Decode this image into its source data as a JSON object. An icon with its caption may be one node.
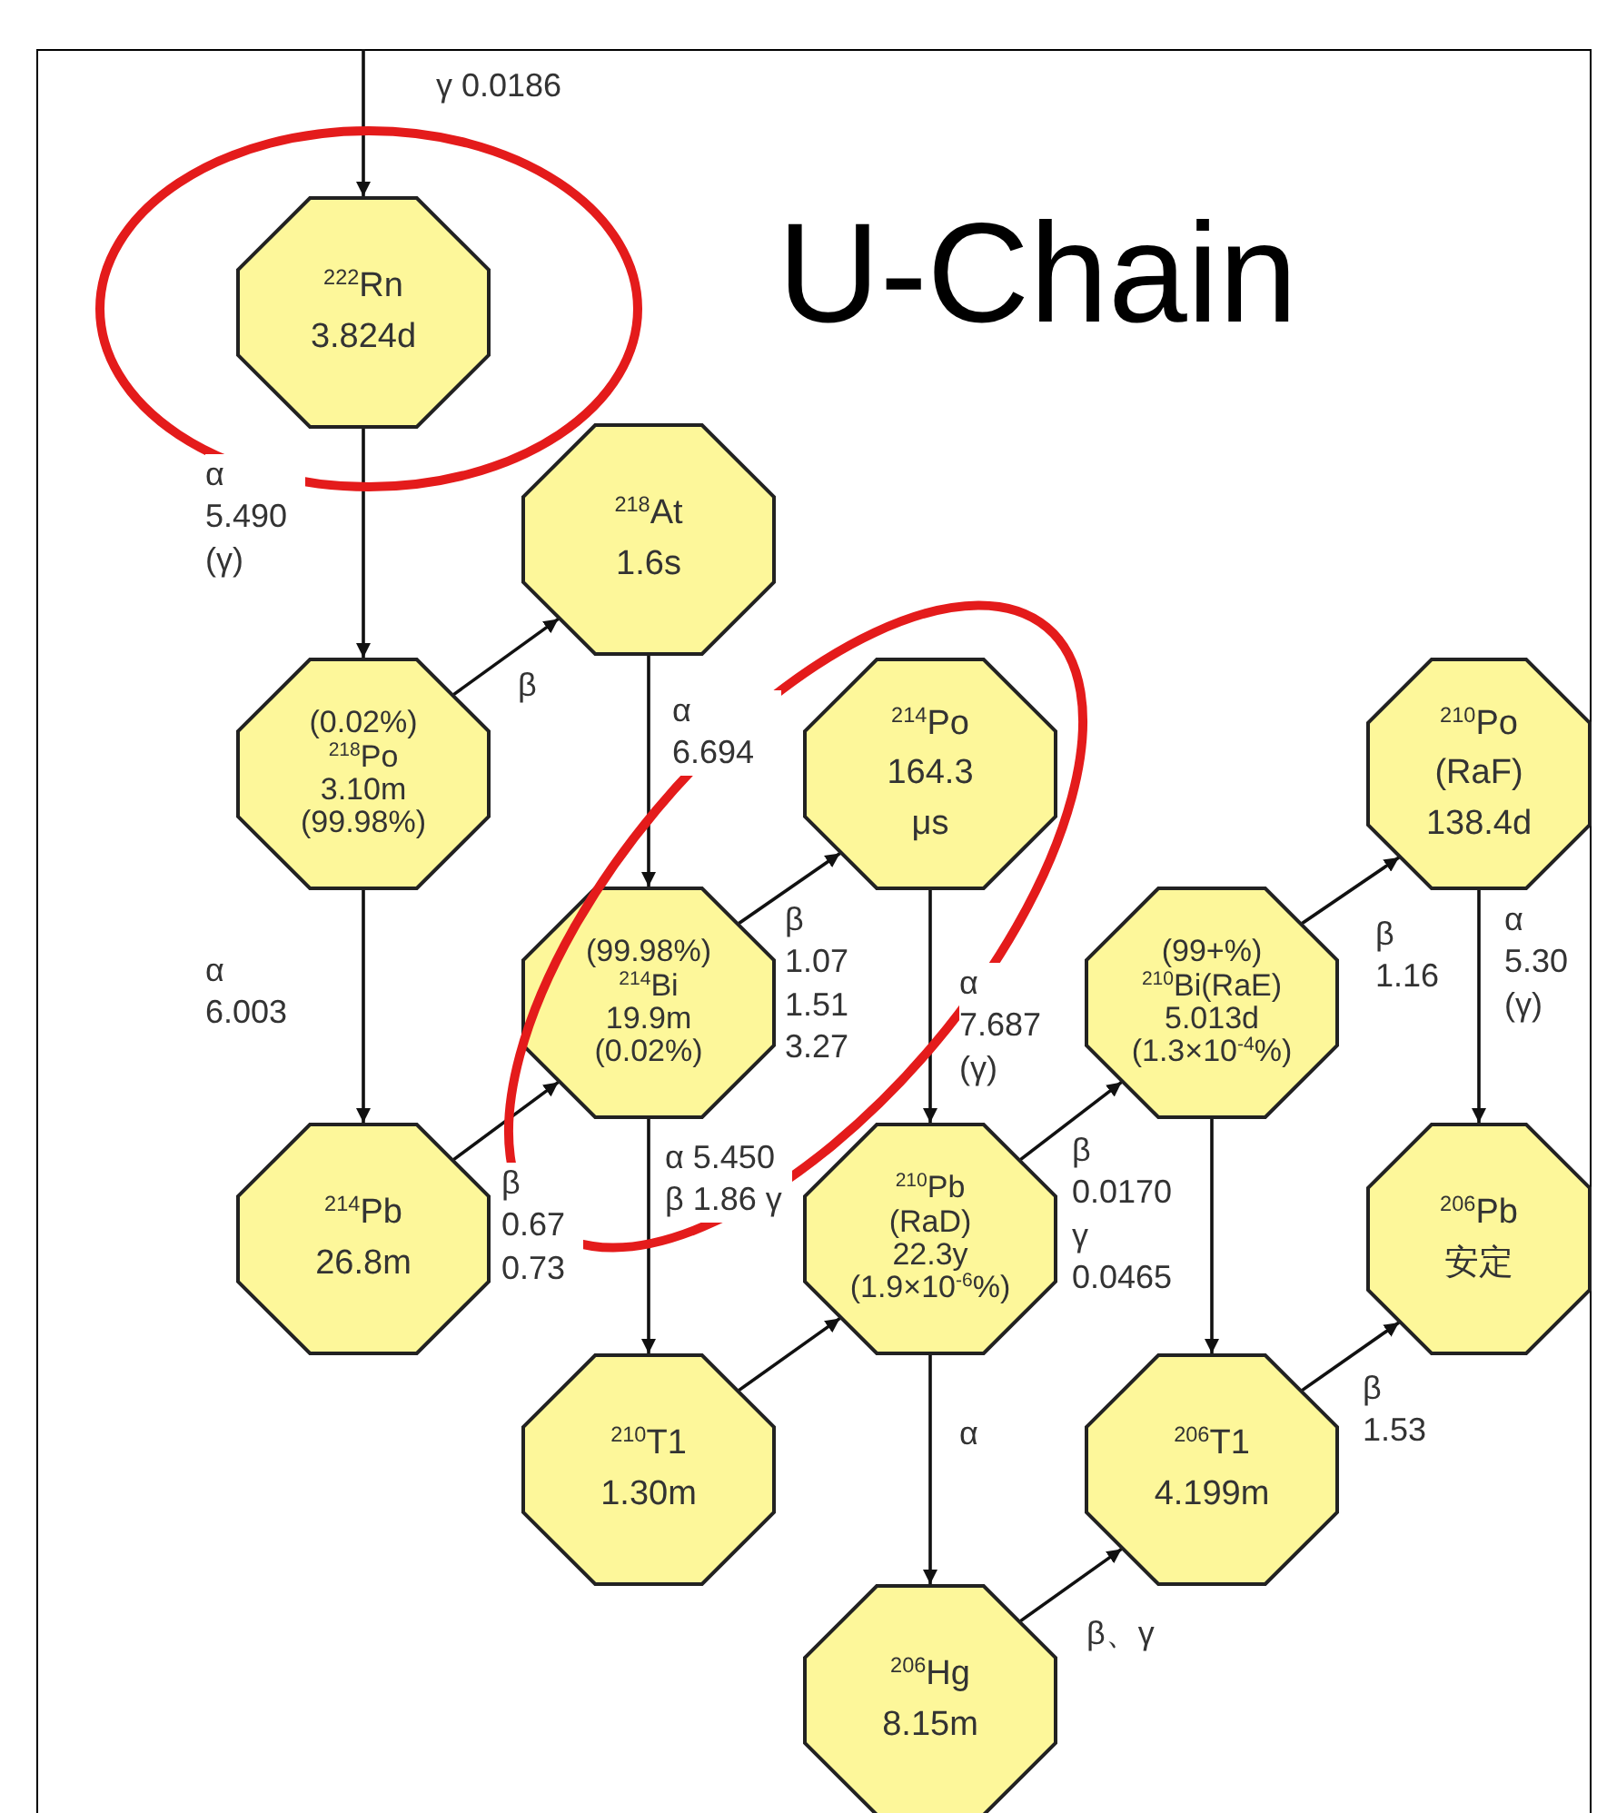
{
  "diagram": {
    "title": "U-Chain",
    "nodes": [
      {
        "text": [
          "$^{222}$Rn",
          "3.824d"
        ]
      },
      {
        "text": [
          "$^{218}$At",
          "1.6s"
        ]
      },
      {
        "text": [
          "(0.02%)",
          "$^{218}$Po",
          "3.10m",
          "(99.98%)"
        ]
      },
      {
        "text": [
          "$^{214}$Po",
          "164.3",
          "μs"
        ]
      },
      {
        "text": [
          "$^{210}$Po",
          "(RaF)",
          "138.4d"
        ]
      },
      {
        "text": [
          "(99.98%)",
          "$^{214}$Bi",
          "19.9m",
          "(0.02%)"
        ]
      },
      {
        "text": [
          "(99+%)",
          "$^{210}$Bi(RaE)",
          "5.013d",
          "(1.3×10$^{-4}$%)"
        ]
      },
      {
        "text": [
          "$^{214}$Pb",
          "26.8m"
        ]
      },
      {
        "text": [
          "$^{210}$Pb",
          "(RaD)",
          "22.3y",
          "(1.9×10$^{-6}$%)"
        ]
      },
      {
        "text": [
          "$^{206}$Pb",
          "安定"
        ]
      },
      {
        "text": [
          "$^{210}$T1",
          "1.30m"
        ]
      },
      {
        "text": [
          "$^{206}$T1",
          "4.199m"
        ]
      },
      {
        "text": [
          "$^{206}$Hg",
          "8.15m"
        ]
      }
    ],
    "edges": [
      {
        "from": null,
        "to": 0,
        "arrow": "to",
        "label": "γ 0.0186"
      },
      {
        "from": 0,
        "to": 2,
        "arrow": "to",
        "label": "α 5.490 (γ)"
      },
      {
        "from": 2,
        "to": 1,
        "arrow": "to",
        "label": "β"
      },
      {
        "from": 2,
        "to": 7,
        "arrow": "to",
        "label": "α 6.003"
      },
      {
        "from": 1,
        "to": 5,
        "arrow": "to",
        "label": "α 6.694"
      },
      {
        "from": 7,
        "to": 5,
        "arrow": "to",
        "label": "β 0.67 0.73"
      },
      {
        "from": 5,
        "to": 3,
        "arrow": "to",
        "label": "β 1.07 1.51 3.27"
      },
      {
        "from": 5,
        "to": 10,
        "arrow": "to",
        "label": "α 5.450 β 1.86 γ"
      },
      {
        "from": 3,
        "to": 8,
        "arrow": "to",
        "label": "α 7.687 (γ)"
      },
      {
        "from": 10,
        "to": 8,
        "arrow": "to"
      },
      {
        "from": 8,
        "to": 6,
        "arrow": "to",
        "label": "β 0.0170 γ 0.0465"
      },
      {
        "from": 6,
        "to": 4,
        "arrow": "to",
        "label": "β 1.16"
      },
      {
        "from": 4,
        "to": 9,
        "arrow": "to",
        "label": "α 5.30 (γ)"
      },
      {
        "from": 6,
        "to": 11,
        "arrow": "to"
      },
      {
        "from": 8,
        "to": 12,
        "arrow": "to",
        "label": "α"
      },
      {
        "from": 12,
        "to": 11,
        "arrow": "to",
        "label": "β、γ"
      },
      {
        "from": 11,
        "to": 9,
        "arrow": "to",
        "label": "β 1.53"
      }
    ]
  }
}
